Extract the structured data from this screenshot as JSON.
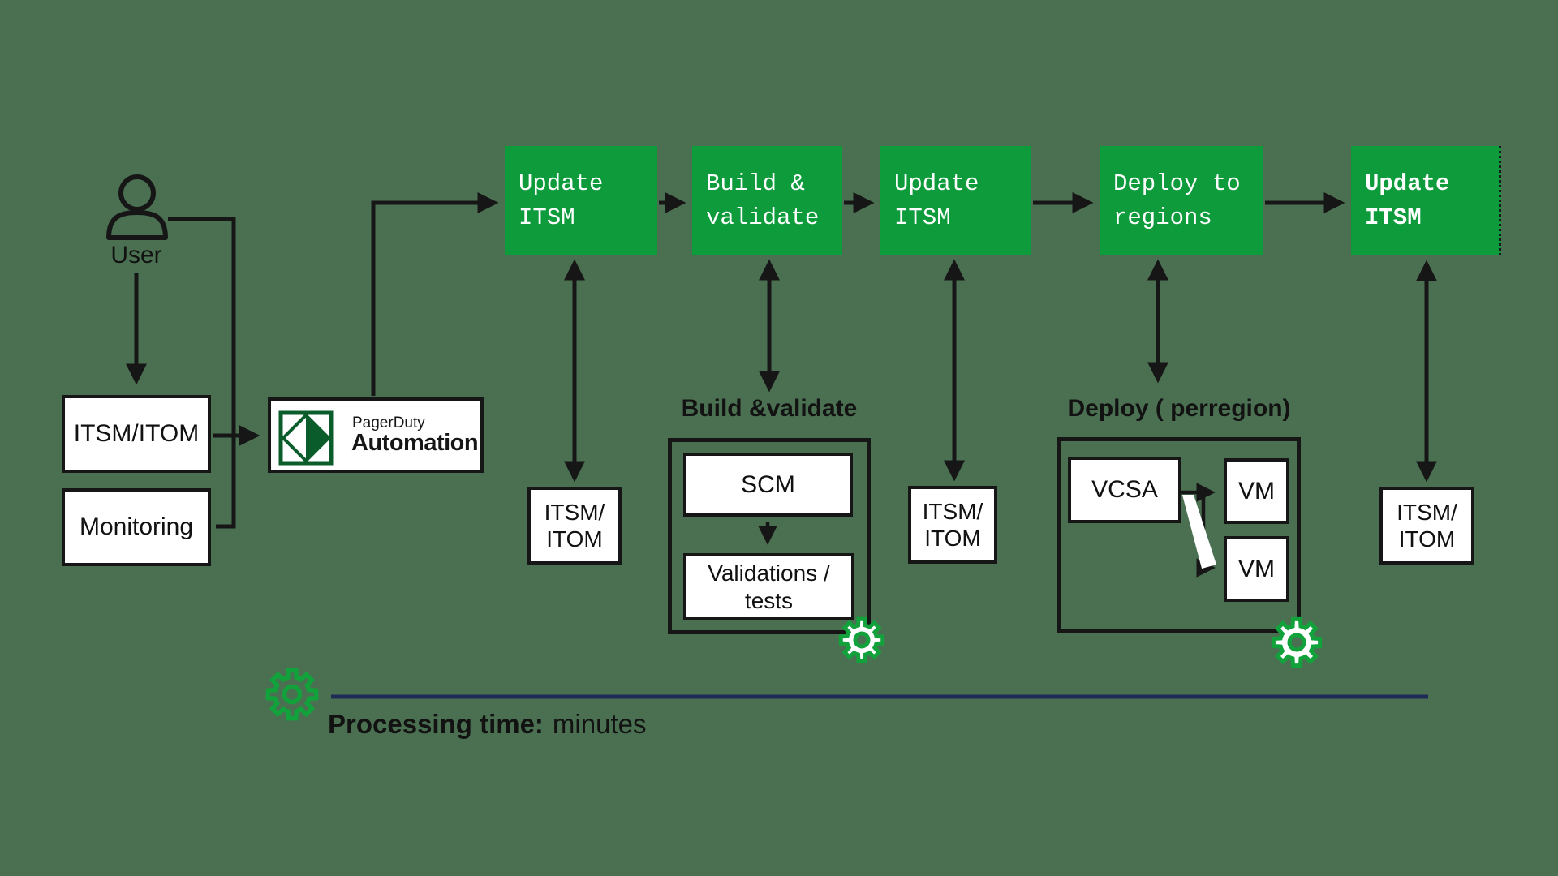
{
  "colors": {
    "background": "#4a7051",
    "pipeline_green": "#0e9b3b",
    "logo_green": "#0a5d2b",
    "gear_green": "#12a23c",
    "legend_line_navy": "#1f2c56",
    "ink": "#161616"
  },
  "user": {
    "label": "User"
  },
  "sources": {
    "itsm_itom": "ITSM/ITOM",
    "monitoring": "Monitoring"
  },
  "automation": {
    "brand": "PagerDuty",
    "product": "Automation"
  },
  "pipeline": [
    {
      "label": "Update\nITSM"
    },
    {
      "label": "Build &\nvalidate"
    },
    {
      "label": "Update\nITSM"
    },
    {
      "label": "Deploy to\nregions"
    },
    {
      "label": "Update\nITSM"
    }
  ],
  "itsm_nodes": [
    {
      "label": "ITSM/\nITOM"
    },
    {
      "label": "ITSM/\nITOM"
    },
    {
      "label": "ITSM/\nITOM"
    }
  ],
  "build_group": {
    "title": "Build &validate",
    "scm": "SCM",
    "validations": "Validations /\ntests"
  },
  "deploy_group": {
    "title": "Deploy ( perregion)",
    "vcsa": "VCSA",
    "vm_top": "VM",
    "vm_bottom": "VM"
  },
  "legend": {
    "prefix": "Processing time:",
    "value": "minutes"
  }
}
